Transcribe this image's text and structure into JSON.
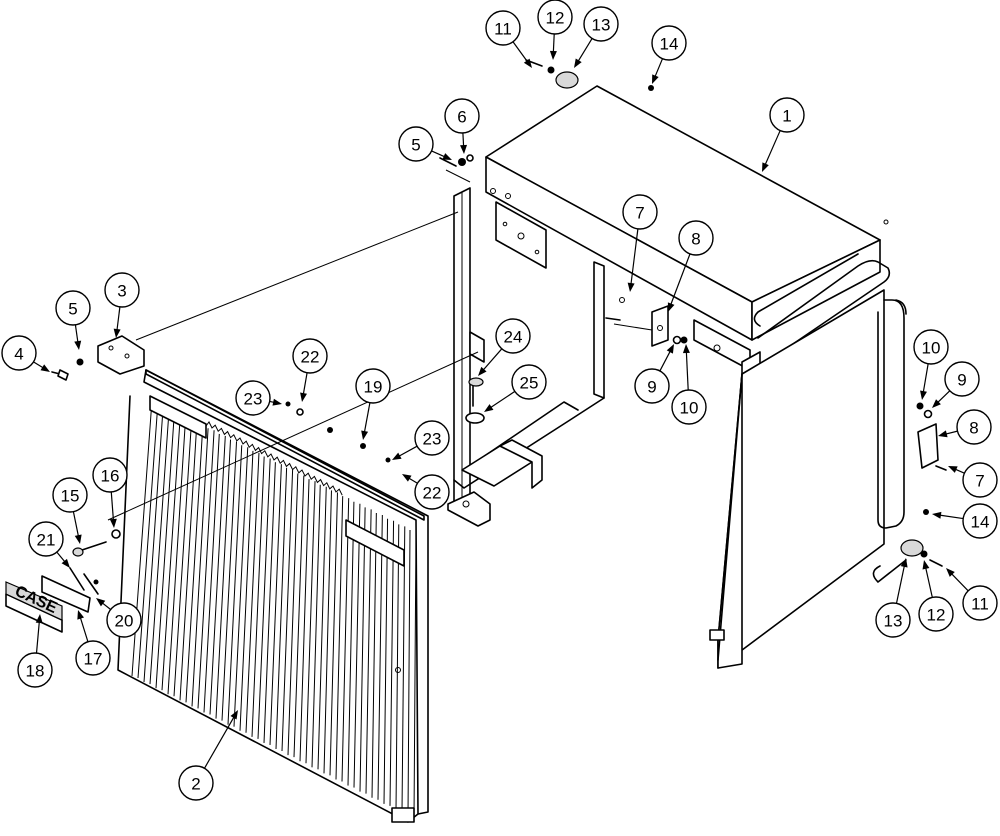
{
  "brand_logo_text": "CASE",
  "callouts": [
    {
      "id": "c11a",
      "label": "11"
    },
    {
      "id": "c12a",
      "label": "12"
    },
    {
      "id": "c13a",
      "label": "13"
    },
    {
      "id": "c14a",
      "label": "14"
    },
    {
      "id": "c1",
      "label": "1"
    },
    {
      "id": "c6",
      "label": "6"
    },
    {
      "id": "c5a",
      "label": "5"
    },
    {
      "id": "c3",
      "label": "3"
    },
    {
      "id": "c5b",
      "label": "5"
    },
    {
      "id": "c4",
      "label": "4"
    },
    {
      "id": "c7a",
      "label": "7"
    },
    {
      "id": "c8a",
      "label": "8"
    },
    {
      "id": "c9a",
      "label": "9"
    },
    {
      "id": "c10a",
      "label": "10"
    },
    {
      "id": "c22a",
      "label": "22"
    },
    {
      "id": "c23a",
      "label": "23"
    },
    {
      "id": "c19",
      "label": "19"
    },
    {
      "id": "c24",
      "label": "24"
    },
    {
      "id": "c25",
      "label": "25"
    },
    {
      "id": "c23b",
      "label": "23"
    },
    {
      "id": "c22b",
      "label": "22"
    },
    {
      "id": "c10b",
      "label": "10"
    },
    {
      "id": "c9b",
      "label": "9"
    },
    {
      "id": "c8b",
      "label": "8"
    },
    {
      "id": "c7b",
      "label": "7"
    },
    {
      "id": "c14b",
      "label": "14"
    },
    {
      "id": "c13b",
      "label": "13"
    },
    {
      "id": "c12b",
      "label": "12"
    },
    {
      "id": "c11b",
      "label": "11"
    },
    {
      "id": "c15",
      "label": "15"
    },
    {
      "id": "c16",
      "label": "16"
    },
    {
      "id": "c21",
      "label": "21"
    },
    {
      "id": "c20",
      "label": "20"
    },
    {
      "id": "c17",
      "label": "17"
    },
    {
      "id": "c18",
      "label": "18"
    },
    {
      "id": "c2",
      "label": "2"
    }
  ]
}
